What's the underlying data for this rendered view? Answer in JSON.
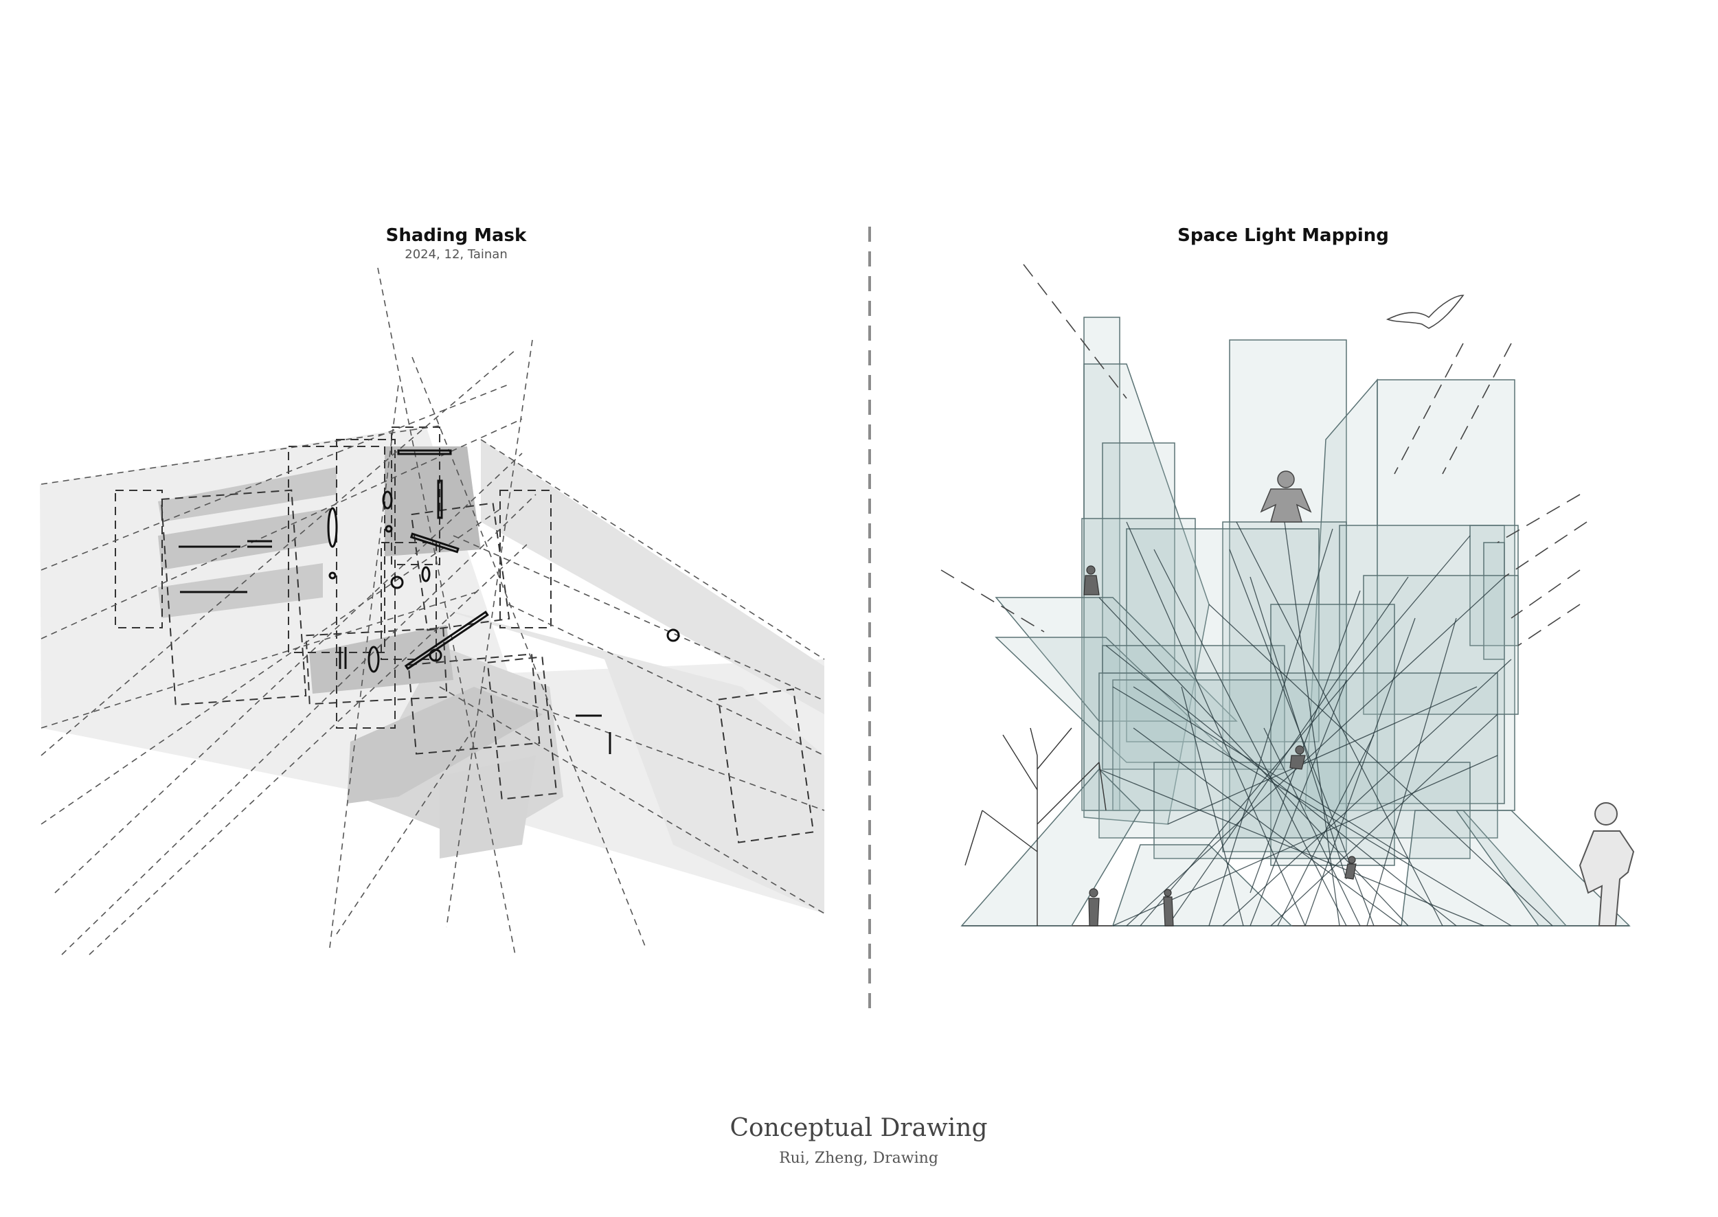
{
  "left_panel": {
    "title": "Shading Mask",
    "subtitle": "2024, 12, Tainan"
  },
  "right_panel": {
    "title": "Space Light Mapping"
  },
  "footer": {
    "title": "Conceptual Drawing",
    "credit": "Rui, Zheng, Drawing"
  },
  "colors": {
    "shade_light": "#ececec",
    "shade_mid": "#d2d2d2",
    "shade_dark": "#a9a9a9",
    "glass": "#a9c2c4",
    "line": "#3a3a3a",
    "divider": "#8c8c8c"
  }
}
